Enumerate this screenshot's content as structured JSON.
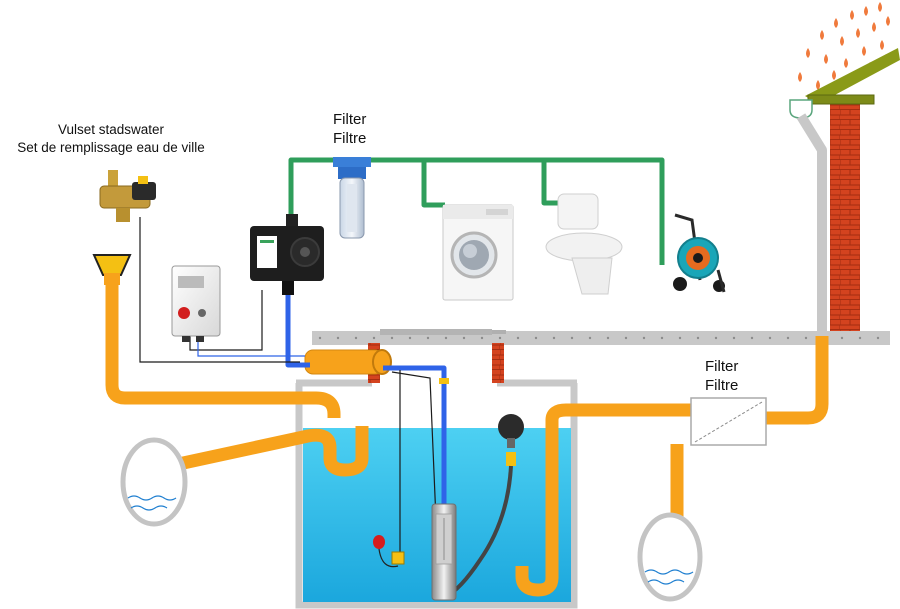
{
  "labels": {
    "city_water_nl": "Vulset stadswater",
    "city_water_fr": "Set de remplissage eau de ville",
    "filter_top_nl": "Filter",
    "filter_top_fr": "Filtre",
    "filter_right_nl": "Filter",
    "filter_right_fr": "Filtre"
  },
  "colors": {
    "water": "#39c5ec",
    "water_dark": "#1aa8d8",
    "drain_pipe": "#f7a21b",
    "clean_pipe": "#2f9e5b",
    "suction_pipe": "#2f63e8",
    "ground": "#c8c8c8",
    "brick": "#d2401f",
    "roof": "#8a9a18",
    "rain": "#f07a3c"
  },
  "icons": [
    "city-water-valve-icon",
    "control-box-icon",
    "pump-controller-icon",
    "filter-housing-icon",
    "washing-machine-icon",
    "toilet-icon",
    "hose-reel-icon",
    "float-switch-icon",
    "submersible-pump-icon",
    "gutter-icon",
    "chimney-wall-icon",
    "rain-drops-icon"
  ]
}
